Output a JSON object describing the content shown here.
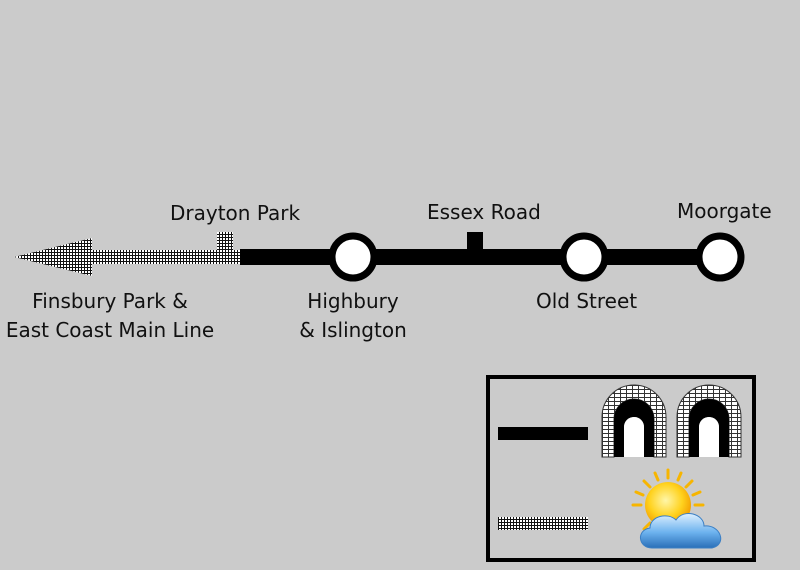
{
  "stations": {
    "moorgate": "Moorgate",
    "old_street": "Old Street",
    "essex_road": "Essex Road",
    "highbury_line1": "Highbury",
    "highbury_line2": "& Islington",
    "drayton_park": "Drayton Park"
  },
  "destination": {
    "line1": "Finsbury Park &",
    "line2": "East Coast Main Line"
  },
  "legend": {
    "rows": [
      {
        "line_style": "solid",
        "symbol": "tunnel-portals-icon",
        "meaning_icon": "tunnel"
      },
      {
        "line_style": "hatched",
        "symbol": "sun-cloud-icon",
        "meaning_icon": "open-air"
      }
    ]
  },
  "colors": {
    "background": "#cbcbcb",
    "line": "#000000",
    "station_fill": "#ffffff",
    "sun": "#ffd21e",
    "cloud": "#4a90d9"
  }
}
